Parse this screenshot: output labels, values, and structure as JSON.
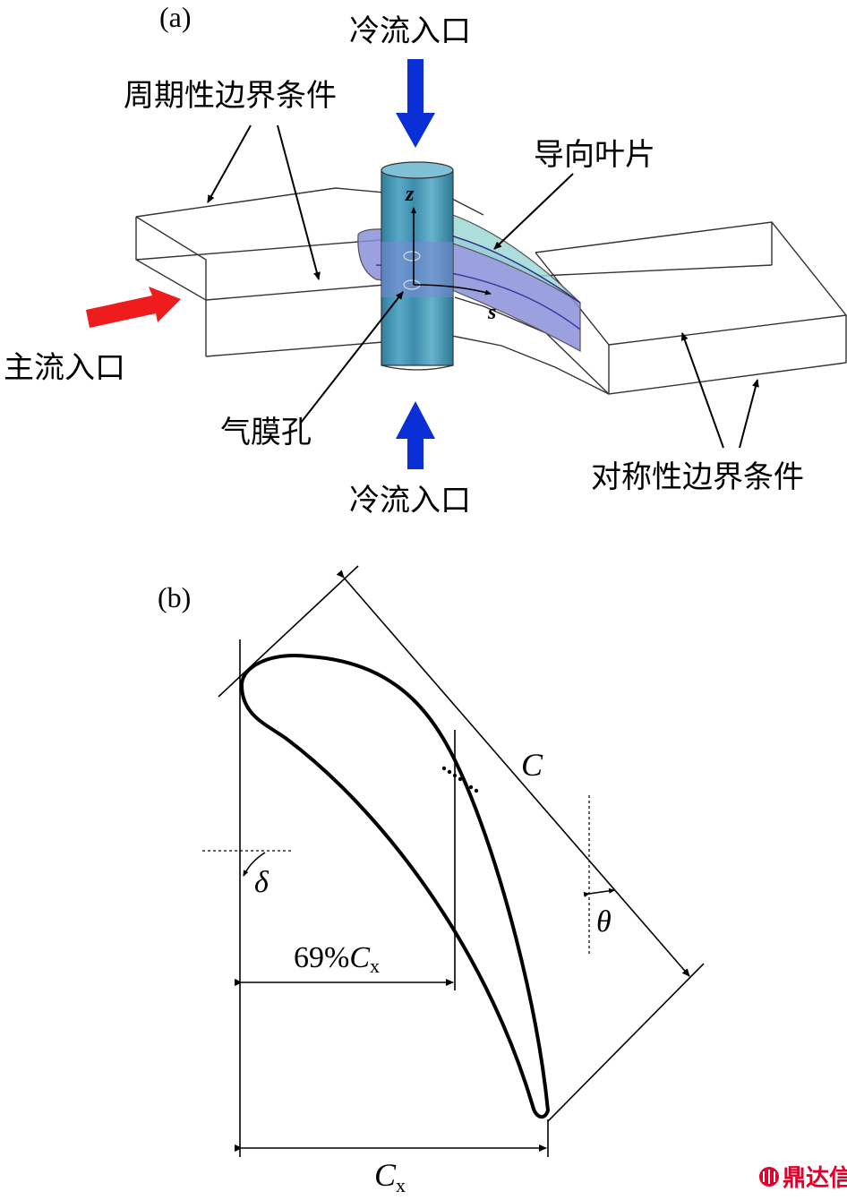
{
  "panel_a": {
    "label": "(a)",
    "cool_inlet_top": "冷流入口",
    "cool_inlet_bottom": "冷流入口",
    "periodic_bc": "周期性边界条件",
    "guide_vane": "导向叶片",
    "main_inlet": "主流入口",
    "film_hole": "气膜孔",
    "symmetric_bc": "对称性边界条件",
    "axis_z": "z",
    "axis_s": "s",
    "colors": {
      "cool_arrow": "#0a2fd6",
      "main_arrow": "#ee1c1c",
      "cylinder": "#4f9bb8",
      "vane_top": "#9ed8d6",
      "vane_side": "#8a8fd8"
    }
  },
  "panel_b": {
    "label": "(b)",
    "chord": "C",
    "delta": "δ",
    "theta": "θ",
    "frac_main": "69%",
    "frac_var": "C",
    "frac_sub": "x",
    "axial_main": "C",
    "axial_sub": "x"
  },
  "watermark": {
    "icon": "dingdaxin-logo-icon",
    "text": "鼎达信",
    "color": "#e0002a"
  }
}
